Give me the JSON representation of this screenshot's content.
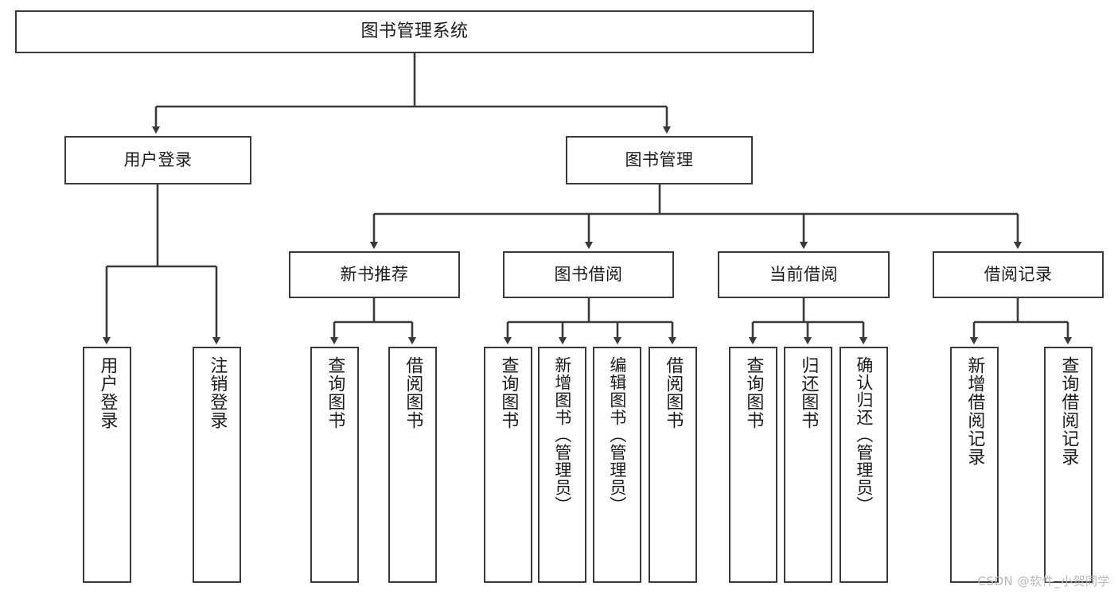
{
  "diagram": {
    "title": "图书管理系统",
    "type": "hierarchy-tree",
    "watermark": "CSDN @软件_小贺同学",
    "colors": {
      "box_border": "#3a3a3a",
      "box_fill": "#ffffff",
      "connector": "#3a3a3a",
      "text": "#1b1b1b",
      "watermark": "#b9b9b9",
      "background": "#ffffff"
    },
    "levels": {
      "root": {
        "label": "图书管理系统"
      },
      "level2": [
        {
          "id": "user-login",
          "label": "用户登录"
        },
        {
          "id": "book-management",
          "label": "图书管理"
        }
      ],
      "level3": [
        {
          "id": "new-book-recommend",
          "label": "新书推荐",
          "parent": "book-management"
        },
        {
          "id": "book-borrow",
          "label": "图书借阅",
          "parent": "book-management"
        },
        {
          "id": "current-borrow",
          "label": "当前借阅",
          "parent": "book-management"
        },
        {
          "id": "borrow-record",
          "label": "借阅记录",
          "parent": "book-management"
        }
      ],
      "leaves": [
        {
          "id": "leaf-user-login",
          "label": "用户登录",
          "parent": "user-login"
        },
        {
          "id": "leaf-logout-login",
          "label": "注销登录",
          "parent": "user-login"
        },
        {
          "id": "leaf-query-book-1",
          "label": "查询图书",
          "parent": "new-book-recommend"
        },
        {
          "id": "leaf-borrow-book-1",
          "label": "借阅图书",
          "parent": "new-book-recommend"
        },
        {
          "id": "leaf-query-book-2",
          "label": "查询图书",
          "parent": "book-borrow"
        },
        {
          "id": "leaf-add-book",
          "label": "新增图书（管理员）",
          "parent": "book-borrow"
        },
        {
          "id": "leaf-edit-book",
          "label": "编辑图书（管理员）",
          "parent": "book-borrow"
        },
        {
          "id": "leaf-borrow-book-2",
          "label": "借阅图书",
          "parent": "book-borrow"
        },
        {
          "id": "leaf-query-book-3",
          "label": "查询图书",
          "parent": "current-borrow"
        },
        {
          "id": "leaf-return-book",
          "label": "归还图书",
          "parent": "current-borrow"
        },
        {
          "id": "leaf-confirm-return",
          "label": "确认归还（管理员）",
          "parent": "current-borrow"
        },
        {
          "id": "leaf-add-record",
          "label": "新增借阅记录",
          "parent": "borrow-record"
        },
        {
          "id": "leaf-query-record",
          "label": "查询借阅记录",
          "parent": "borrow-record"
        }
      ]
    }
  }
}
